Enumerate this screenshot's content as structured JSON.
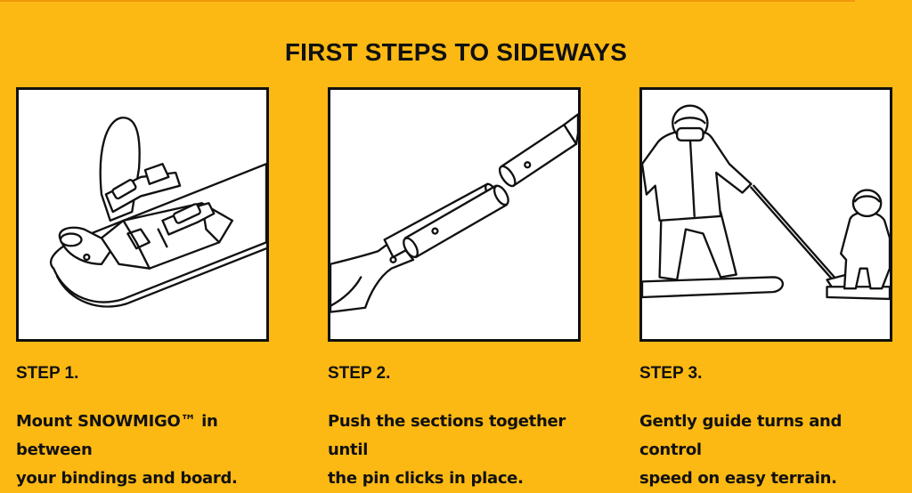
{
  "page": {
    "title": "FIRST STEPS TO SIDEWAYS"
  },
  "steps": [
    {
      "label": "STEP 1.",
      "text_line1": "Mount SNOWMIGO™ in between",
      "text_line2": "your bindings and board."
    },
    {
      "label": "STEP 2.",
      "text_line1": "Push the sections together until",
      "text_line2": "the pin clicks in place."
    },
    {
      "label": "STEP 3.",
      "text_line1": "Gently guide turns and control",
      "text_line2": "speed on easy terrain."
    }
  ],
  "illustrations": [
    "snowboard-binding-illustration",
    "pole-sections-illustration",
    "parent-child-snowboarding-illustration"
  ],
  "colors": {
    "background": "#FDB913",
    "text": "#111111",
    "panel": "#FFFFFF"
  }
}
